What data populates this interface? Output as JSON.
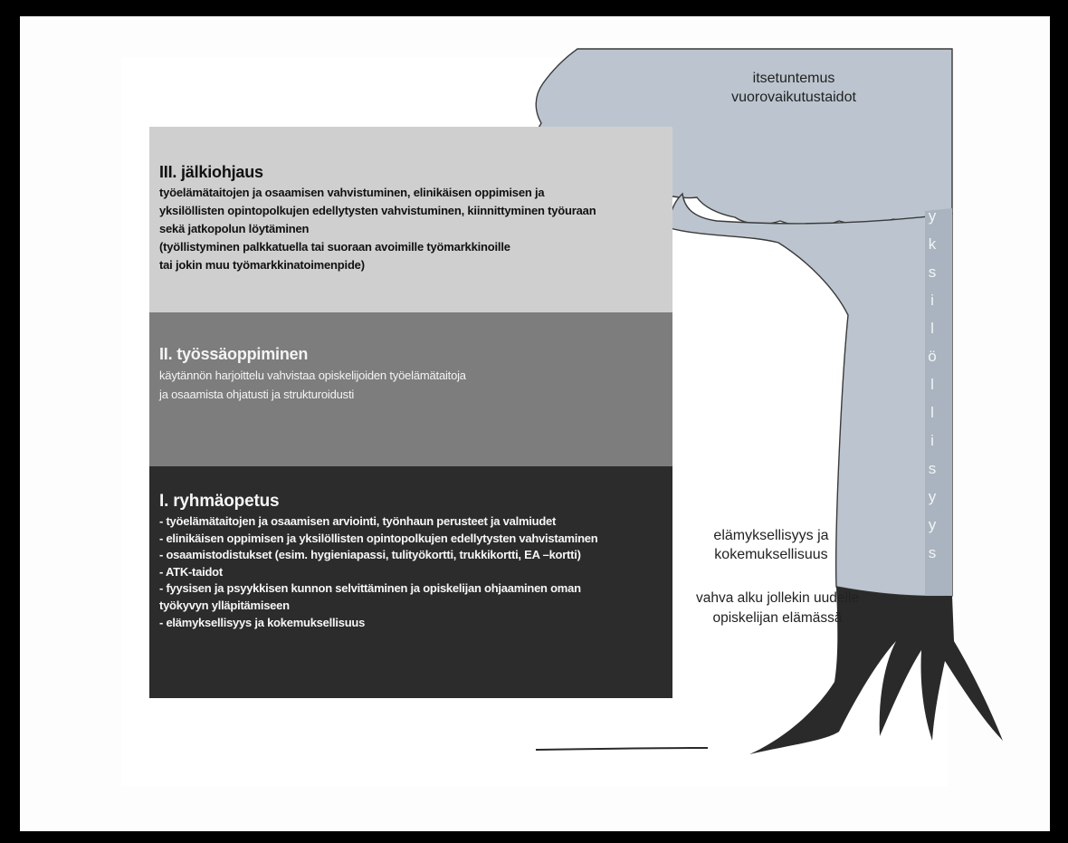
{
  "colors": {
    "phase3_bg": "#cfcfcf",
    "phase2_bg": "#7d7d7d",
    "phase1_bg": "#2c2c2c",
    "tree_fill": "#bcc5cf",
    "tree_outline": "#3a3a3a",
    "roots": "#2a2a2a"
  },
  "phases": {
    "phase3": {
      "title": "III. jälkiohjaus",
      "lines": [
        "työelämätaitojen ja osaamisen vahvistuminen, elinikäisen oppimisen ja",
        "yksilöllisten opintopolkujen edellytysten vahvistuminen, kiinnittyminen työuraan",
        "sekä jatkopolun löytäminen",
        "(työllistyminen palkkatuella tai suoraan avoimille työmarkkinoille",
        "tai jokin muu työmarkkinatoimenpide)"
      ]
    },
    "phase2": {
      "title": "II. työssäoppiminen",
      "lines": [
        "käytännön harjoittelu  vahvistaa opiskelijoiden työelämätaitoja",
        "ja osaamista ohjatusti ja strukturoidusti"
      ]
    },
    "phase1": {
      "title": "I. ryhmäopetus",
      "bullets": [
        "- työelämätaitojen ja osaamisen arviointi, työnhaun perusteet ja valmiudet",
        "- elinikäisen oppimisen ja yksilöllisten opintopolkujen edellytysten vahvistaminen",
        "- osaamistodistukset (esim. hygieniapassi, tulityökortti, trukkikortti, EA –kortti)",
        "- ATK-taidot",
        "- fyysisen ja psyykkisen kunnon selvittäminen ja opiskelijan ohjaaminen oman",
        "työkyvyn ylläpitämiseen",
        "- elämyksellisyys ja kokemuksellisuus"
      ]
    }
  },
  "tree": {
    "crown_lines": [
      "itsetuntemus",
      "vuorovaikutustaidot"
    ],
    "experience_lines": [
      "elämyksellisyys ja",
      "kokemuksellisuus"
    ],
    "start_lines": [
      "vahva alku jollekin uudelle",
      "opiskelijan elämässä"
    ],
    "vertical_letters": [
      "y",
      "k",
      "s",
      "i",
      "l",
      "ö",
      "l",
      "l",
      "i",
      "s",
      "y",
      "y",
      "s"
    ]
  }
}
